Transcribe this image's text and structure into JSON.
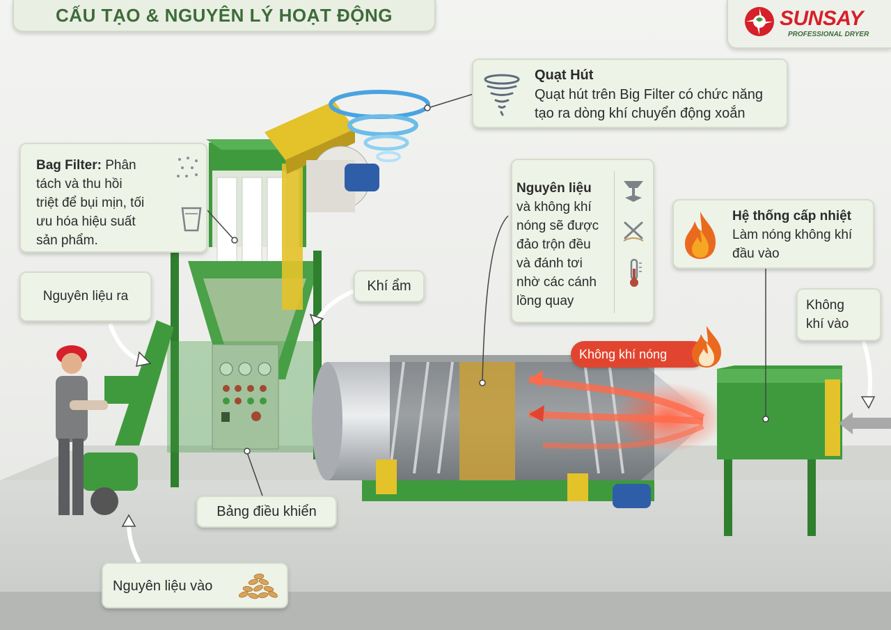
{
  "header": {
    "title": "CẤU TẠO & NGUYÊN LÝ HOẠT ĐỘNG"
  },
  "logo": {
    "name": "SUNSAY",
    "tagline": "PROFESSIONAL DRYER"
  },
  "labels": {
    "quat_hut": {
      "title": "Quạt Hút",
      "line1": "Quạt hút trên Big Filter có chức năng",
      "line2": "tạo ra dòng khí chuyển động xoắn"
    },
    "bag_filter": {
      "title": "Bag Filter:",
      "line1": "Phân",
      "line2": "tách và thu hồi",
      "line3": "triệt để bụi mịn, tối",
      "line4": "ưu hóa hiệu suất",
      "line5": "sản phẩm."
    },
    "nguyen_lieu": {
      "title": "Nguyên liệu",
      "line1": "và không khí",
      "line2": "nóng sẽ được",
      "line3": "đảo trộn đều",
      "line4": "và đánh tơi",
      "line5": "nhờ các cánh",
      "line6": "lồng quay"
    },
    "he_thong": {
      "title": "Hệ thống cấp nhiệt",
      "line1": "Làm nóng không khí",
      "line2": "đầu vào"
    },
    "nguyen_lieu_ra": "Nguyên liệu ra",
    "khi_am": "Khí ẩm",
    "khong_khi_vao": {
      "line1": "Không",
      "line2": "khí vào"
    },
    "khong_khi_nong": "Không khí nóng",
    "bang_dieu_khien": "Bảng điều khiển",
    "nguyen_lieu_vao": "Nguyên liệu vào"
  },
  "colors": {
    "machine_green": "#3f9a3e",
    "accent_title": "#3d6b3a",
    "hot_air_red": "#e2452f",
    "brand_red": "#d6202a",
    "yellow": "#e3c22a"
  }
}
